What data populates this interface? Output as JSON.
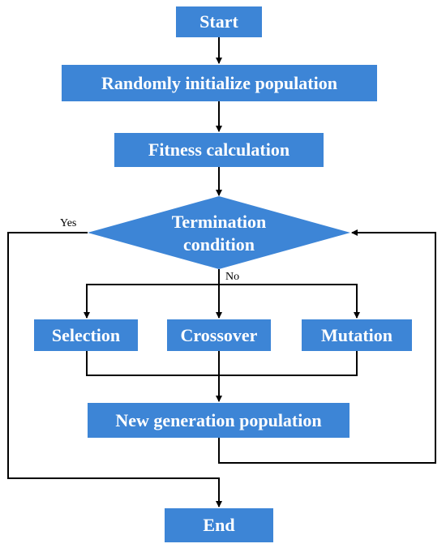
{
  "nodes": {
    "start": "Start",
    "init": "Randomly initialize population",
    "fitness": "Fitness calculation",
    "termination_line1": "Termination",
    "termination_line2": "condition",
    "selection": "Selection",
    "crossover": "Crossover",
    "mutation": "Mutation",
    "new_gen": "New generation population",
    "end": "End"
  },
  "edge_labels": {
    "yes": "Yes",
    "no": "No"
  },
  "colors": {
    "node_fill": "#3d85d6",
    "node_text": "#ffffff",
    "line": "#000000"
  }
}
